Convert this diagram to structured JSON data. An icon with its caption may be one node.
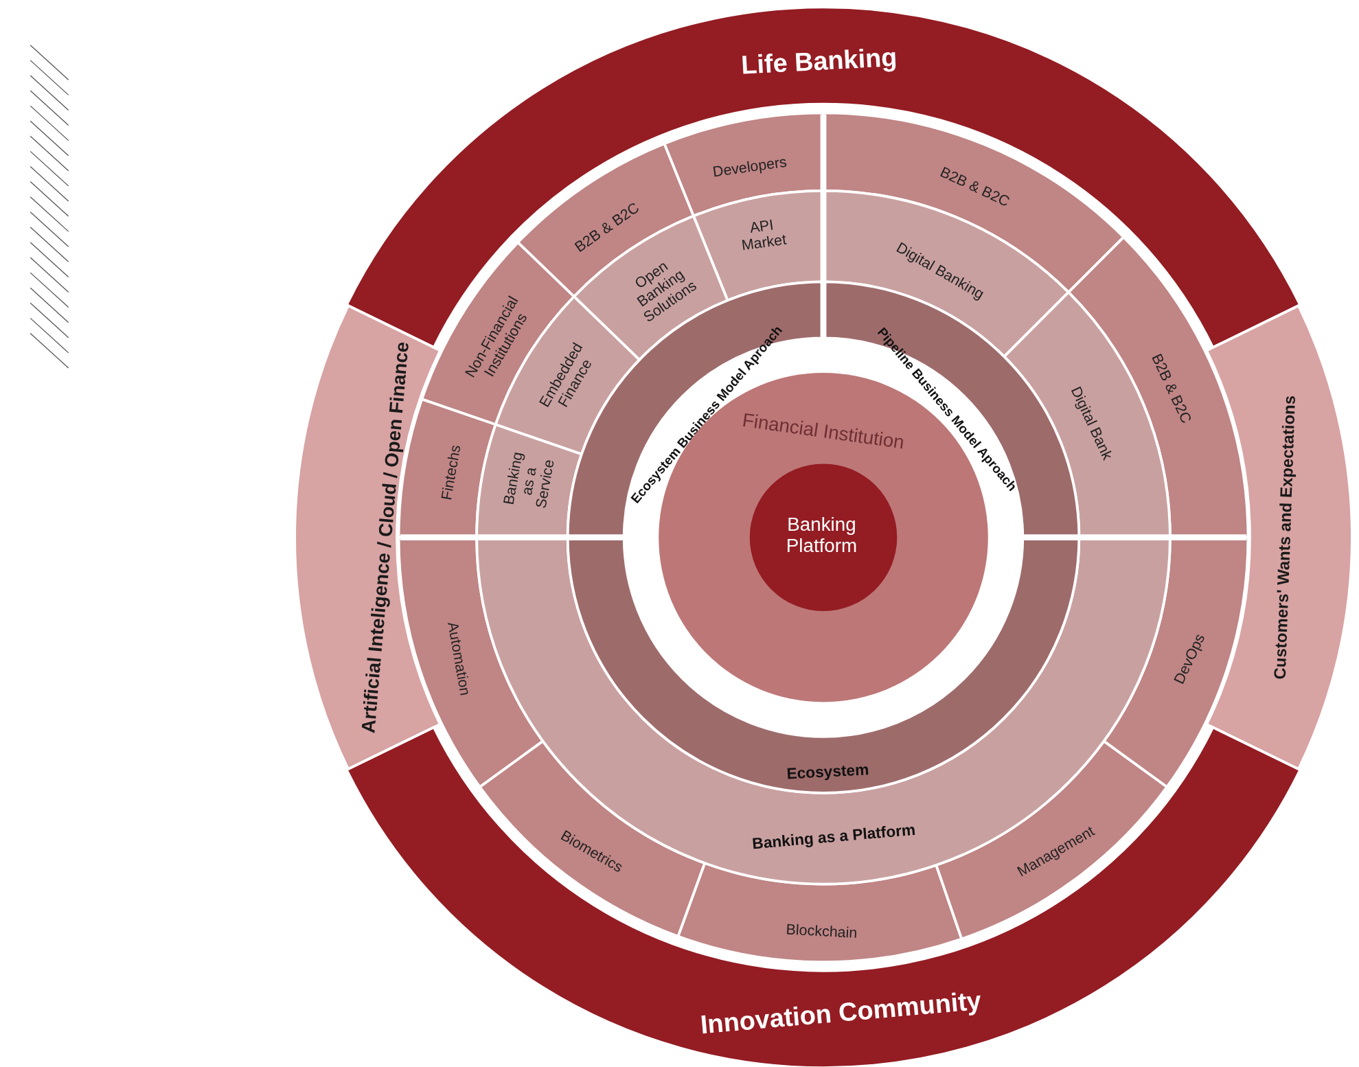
{
  "diagram": {
    "nodes": [
      {
        "text": [
          "Life Banking"
        ]
      },
      {
        "text": [
          "Artificial Inteligence / Cloud / Open Finance"
        ]
      },
      {
        "text": [
          "Customers' Wants and Expectations"
        ]
      },
      {
        "text": [
          "Innovation Community"
        ]
      },
      {
        "text": [
          "Developers"
        ]
      },
      {
        "text": [
          "API Market"
        ]
      },
      {
        "text": [
          "B2B & B2C"
        ]
      },
      {
        "text": [
          "Open Banking Solutions"
        ]
      },
      {
        "text": [
          "Non-Financial Institutions"
        ]
      },
      {
        "text": [
          "Embedded Finance"
        ]
      },
      {
        "text": [
          "Fintechs"
        ]
      },
      {
        "text": [
          "Banking as a Service"
        ]
      },
      {
        "text": [
          "Ecosystem Business Model Aproach"
        ]
      },
      {
        "text": [
          "B2B & B2C"
        ]
      },
      {
        "text": [
          "Digital Banking"
        ]
      },
      {
        "text": [
          "B2B & B2C"
        ]
      },
      {
        "text": [
          "Digital Bank"
        ]
      },
      {
        "text": [
          "Pipeline Business Model Aproach"
        ]
      },
      {
        "text": [
          "Automation"
        ]
      },
      {
        "text": [
          "DevOps"
        ]
      },
      {
        "text": [
          "Biometrics"
        ]
      },
      {
        "text": [
          "Blockchain"
        ]
      },
      {
        "text": [
          "Management"
        ]
      },
      {
        "text": [
          "Banking as a Platform"
        ]
      },
      {
        "text": [
          "Ecosystem"
        ]
      },
      {
        "text": [
          "Financial Institution"
        ]
      },
      {
        "text": [
          "Banking Platform"
        ],
        "in": 25
      }
    ]
  }
}
